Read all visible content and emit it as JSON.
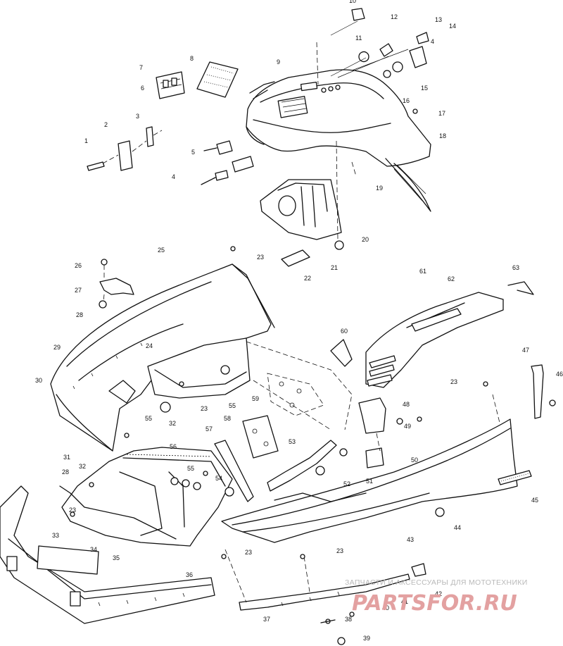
{
  "diagram": {
    "watermark_text": "ЗАПЧАСТИ И АКСЕССУАРЫ ДЛЯ МОТОТЕХНИКИ",
    "watermark_logo": "PARTSFOR.RU",
    "callouts": [
      {
        "n": "1"
      },
      {
        "n": "2"
      },
      {
        "n": "3"
      },
      {
        "n": "4"
      },
      {
        "n": "4"
      },
      {
        "n": "5"
      },
      {
        "n": "6"
      },
      {
        "n": "7"
      },
      {
        "n": "8"
      },
      {
        "n": "9"
      },
      {
        "n": "10"
      },
      {
        "n": "11"
      },
      {
        "n": "12"
      },
      {
        "n": "13"
      },
      {
        "n": "14"
      },
      {
        "n": "15"
      },
      {
        "n": "16"
      },
      {
        "n": "17"
      },
      {
        "n": "18"
      },
      {
        "n": "19"
      },
      {
        "n": "20"
      },
      {
        "n": "21"
      },
      {
        "n": "22"
      },
      {
        "n": "23"
      },
      {
        "n": "23"
      },
      {
        "n": "23"
      },
      {
        "n": "23"
      },
      {
        "n": "23"
      },
      {
        "n": "23"
      },
      {
        "n": "24"
      },
      {
        "n": "25"
      },
      {
        "n": "26"
      },
      {
        "n": "27"
      },
      {
        "n": "28"
      },
      {
        "n": "28"
      },
      {
        "n": "29"
      },
      {
        "n": "30"
      },
      {
        "n": "31"
      },
      {
        "n": "32"
      },
      {
        "n": "32"
      },
      {
        "n": "33"
      },
      {
        "n": "34"
      },
      {
        "n": "35"
      },
      {
        "n": "36"
      },
      {
        "n": "37"
      },
      {
        "n": "38"
      },
      {
        "n": "39"
      },
      {
        "n": "40"
      },
      {
        "n": "41"
      },
      {
        "n": "42"
      },
      {
        "n": "43"
      },
      {
        "n": "44"
      },
      {
        "n": "45"
      },
      {
        "n": "46"
      },
      {
        "n": "47"
      },
      {
        "n": "48"
      },
      {
        "n": "49"
      },
      {
        "n": "50"
      },
      {
        "n": "51"
      },
      {
        "n": "52"
      },
      {
        "n": "53"
      },
      {
        "n": "54"
      },
      {
        "n": "55"
      },
      {
        "n": "55"
      },
      {
        "n": "55"
      },
      {
        "n": "56"
      },
      {
        "n": "57"
      },
      {
        "n": "58"
      },
      {
        "n": "59"
      },
      {
        "n": "60"
      },
      {
        "n": "61"
      },
      {
        "n": "62"
      },
      {
        "n": "63"
      }
    ]
  }
}
